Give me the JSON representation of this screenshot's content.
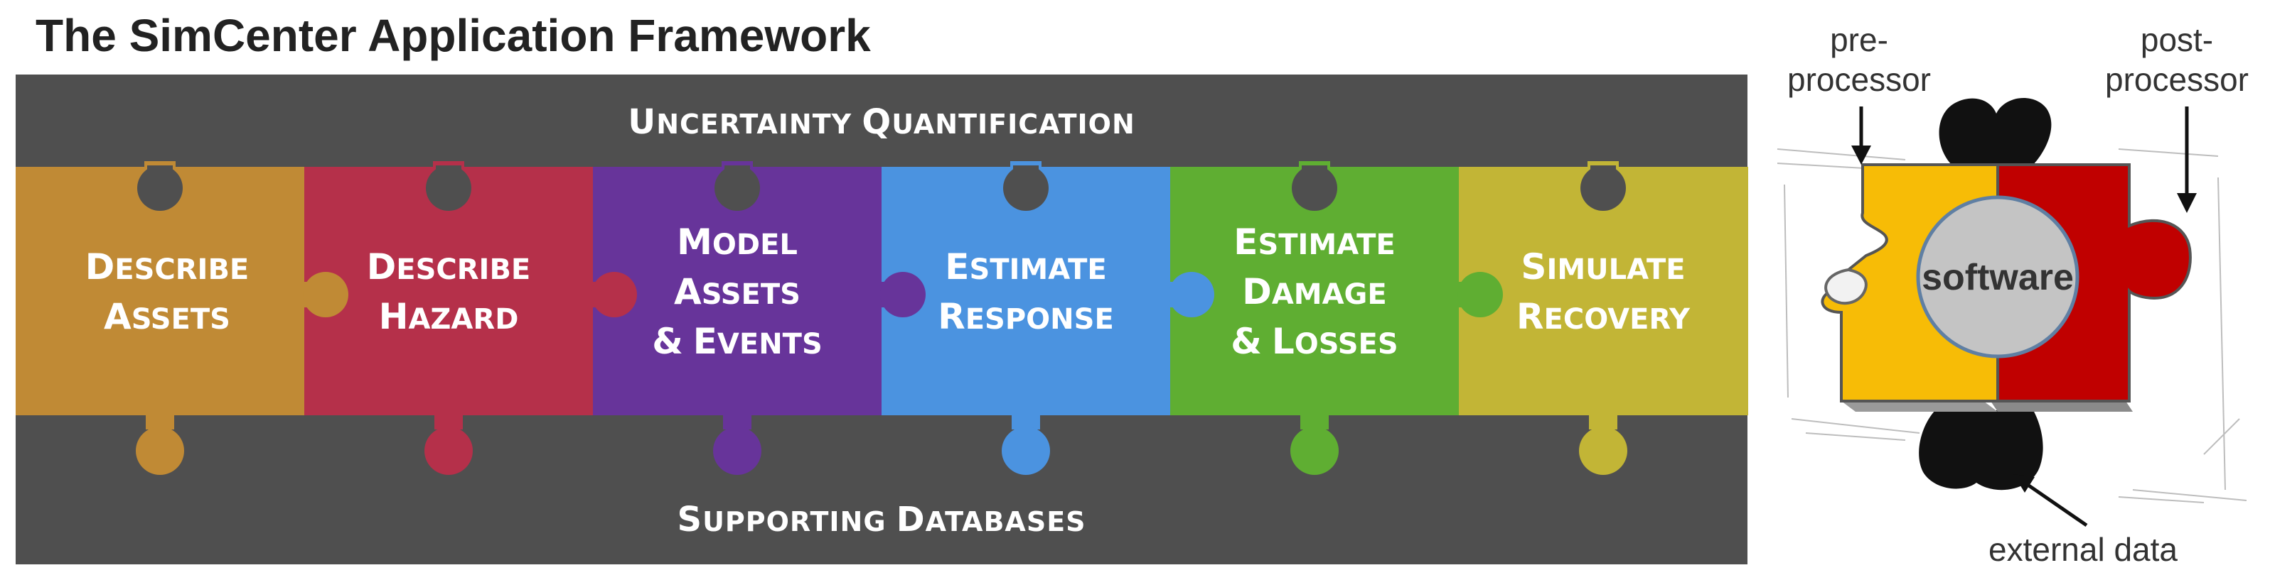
{
  "title": "The SimCenter Application Framework",
  "framework": {
    "top_band": "Uncertainty Quantification",
    "bottom_band": "Supporting Databases",
    "pieces": [
      {
        "lines": [
          "Describe",
          "Assets"
        ],
        "color": "#C08A35"
      },
      {
        "lines": [
          "Describe",
          "Hazard"
        ],
        "color": "#B5304A"
      },
      {
        "lines": [
          "Model",
          "Assets",
          "& Events"
        ],
        "color": "#67349A"
      },
      {
        "lines": [
          "Estimate",
          "Response"
        ],
        "color": "#4B93E0"
      },
      {
        "lines": [
          "Estimate",
          "Damage",
          "& Losses"
        ],
        "color": "#5FAE32"
      },
      {
        "lines": [
          "Simulate",
          "Recovery"
        ],
        "color": "#C2B536"
      }
    ],
    "band_color": "#4F4F4F"
  },
  "software_diagram": {
    "center_label": "software",
    "pre_label": [
      "pre-",
      "processor"
    ],
    "post_label": [
      "post-",
      "processor"
    ],
    "external_label": "external data",
    "pre_color": "#F7BC06",
    "post_color": "#C00000",
    "circle_color": "#C4C4C4"
  }
}
